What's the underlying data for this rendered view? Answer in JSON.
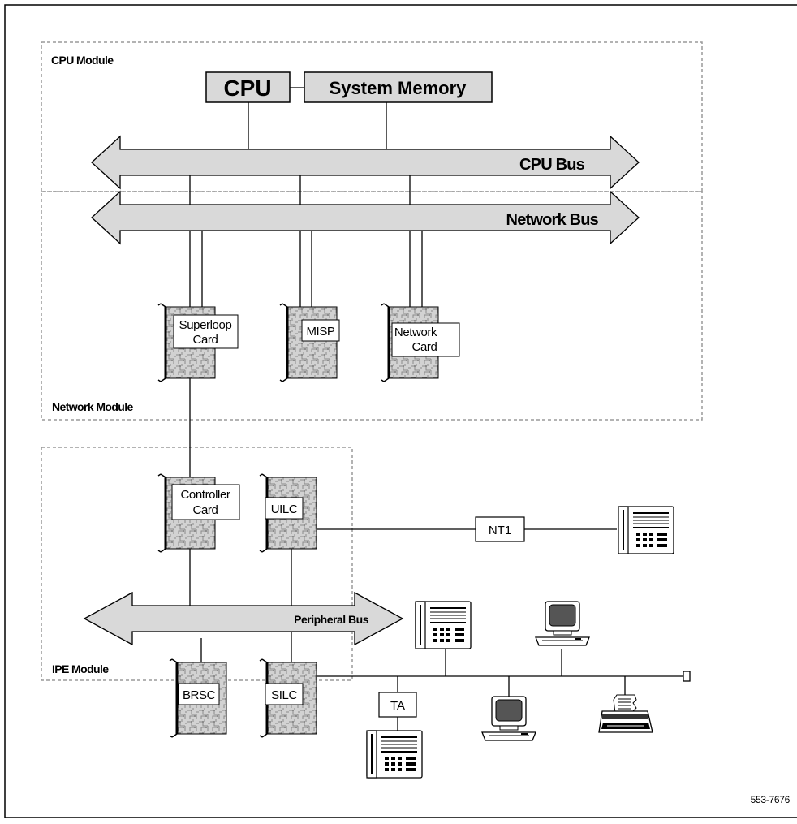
{
  "modules": {
    "cpu": "CPU Module",
    "network": "Network  Module",
    "ipe": "IPE Module"
  },
  "cpu_box": "CPU",
  "memory_box": "System Memory",
  "buses": {
    "cpu": "CPU Bus",
    "network": "Network Bus",
    "peripheral": "Peripheral Bus"
  },
  "cards": {
    "superloop": [
      "Superloop",
      "Card"
    ],
    "misp": "MISP",
    "network_card": [
      "Network",
      "Card"
    ],
    "controller": [
      "Controller",
      "Card"
    ],
    "uilc": "UILC",
    "brsc": "BRSC",
    "silc": "SILC"
  },
  "nt1": "NT1",
  "ta": "TA",
  "figure_id": "553-7676"
}
